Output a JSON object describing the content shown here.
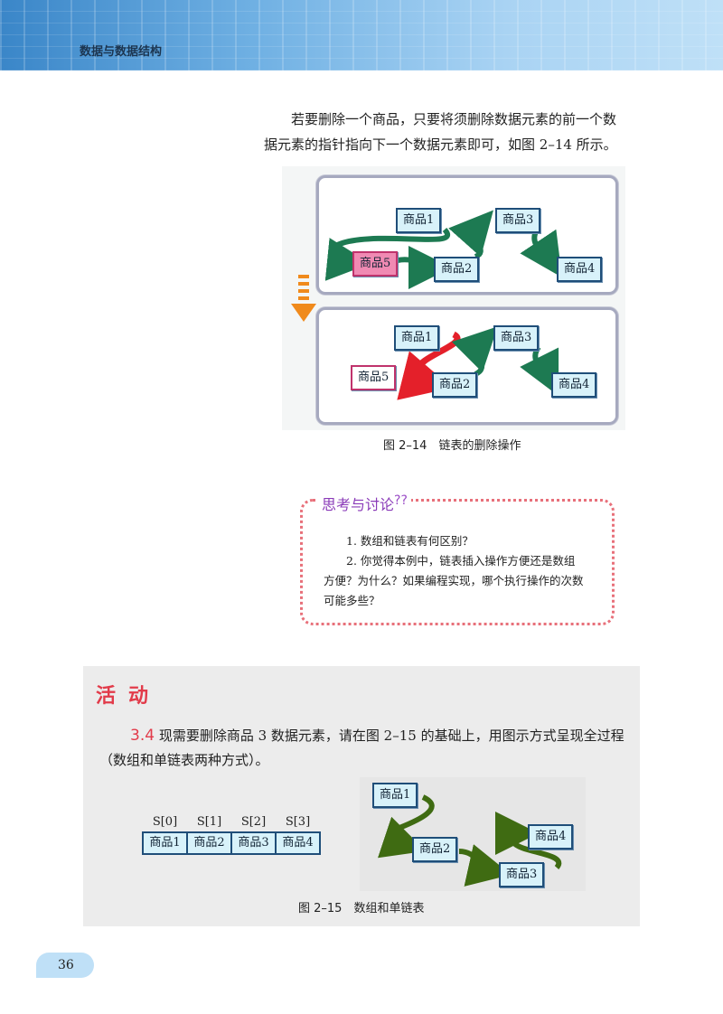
{
  "header": {
    "title": "数据与数据结构"
  },
  "body_text": {
    "line1": "若要删除一个商品，只要将须删除数据元素的前一个数",
    "line2": "据元素的指针指向下一个数据元素即可，如图 2–14 所示。"
  },
  "figure_2_14": {
    "top_panel": {
      "nodes": [
        "商品1",
        "商品5",
        "商品2",
        "商品3",
        "商品4"
      ]
    },
    "bottom_panel": {
      "nodes": [
        "商品1",
        "商品5",
        "商品2",
        "商品3",
        "商品4"
      ]
    },
    "caption": "图 2–14　链表的删除操作"
  },
  "discussion": {
    "title": "思考与讨论",
    "title_marks": "??",
    "items": [
      "1. 数组和链表有何区别？",
      "2. 你觉得本例中，链表插入操作方便还是数组方便？为什么？如果编程实现，哪个执行操作的次数可能多些？"
    ]
  },
  "activity": {
    "title": "活动",
    "number": "3.4",
    "text": "现需要删除商品 3 数据元素，请在图 2–15 的基础上，用图示方式呈现全过程（数组和单链表两种方式）。",
    "array": {
      "indices": [
        "S[0]",
        "S[1]",
        "S[2]",
        "S[3]"
      ],
      "cells": [
        "商品1",
        "商品2",
        "商品3",
        "商品4"
      ]
    },
    "list_nodes": [
      "商品1",
      "商品2",
      "商品3",
      "商品4"
    ],
    "caption": "图 2–15　数组和单链表"
  },
  "page_number": "36",
  "colors": {
    "accent_red": "#e23b4a",
    "node_fill": "#d8f2fa",
    "arrow_green": "#1d7a52",
    "arrow_red": "#e4202a",
    "arrow_olive": "#3f6b12",
    "discussion_purple": "#8a3bb8"
  }
}
